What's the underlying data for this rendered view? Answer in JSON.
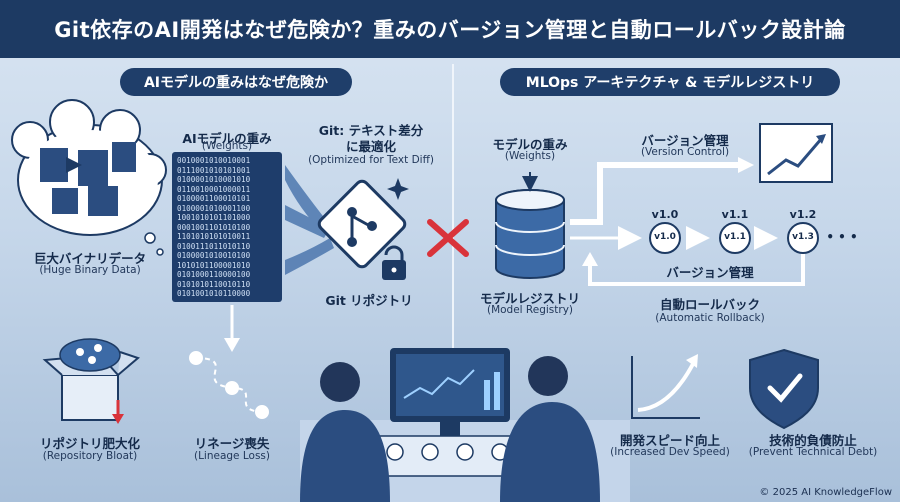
{
  "title": "Git依存のAI開発はなぜ危険か？重みのバージョン管理と自動ロールバック設計論",
  "left_section": {
    "heading": "AIモデルの重みはなぜ危険か",
    "weights_jp": "AIモデルの重み",
    "weights_en": "(Weights)",
    "git_text_jp_1": "Git: テキスト差分",
    "git_text_jp_2": "に最適化",
    "git_text_en": "(Optimized for Text Diff)",
    "binary_jp": "巨大バイナリデータ",
    "binary_en": "(Huge Binary Data)",
    "git_repo": "Git リポジトリ",
    "bloat_jp": "リポジトリ肥大化",
    "bloat_en": "(Repository Bloat)",
    "lineage_jp": "リネージ喪失",
    "lineage_en": "(Lineage Loss)",
    "binary_lines": [
      "0010001010010001",
      "0111001010101001",
      "0100001010001010",
      "0110010001000011",
      "0100001100010101",
      "0100001010001100",
      "1001010101101000",
      "0001001101010100",
      "1101010101010011",
      "0100111011010110",
      "0100001010010100",
      "1010101100001010",
      "0101000110000100",
      "0101010110010110",
      "0101001010110000"
    ]
  },
  "right_section": {
    "heading": "MLOps アーキテクチャ & モデルレジストリ",
    "weights_jp": "モデルの重み",
    "weights_en": "(Weights)",
    "version_control_jp": "バージョン管理",
    "version_control_en": "(Version Control)",
    "registry_jp": "モデルレジストリ",
    "registry_en": "(Model Registry)",
    "version_mgmt_jp": "バージョン管理",
    "rollback_jp": "自動ロールバック",
    "rollback_en": "(Automatic Rollback)",
    "versions_top": [
      "v1.0",
      "v1.1",
      "v1.2"
    ],
    "versions_circle": [
      "v1.0",
      "v1.1",
      "v1.3"
    ],
    "ellipsis": "• • •",
    "dev_speed_jp": "開発スピード向上",
    "dev_speed_en": "(Increased Dev Speed)",
    "tech_debt_jp": "技術的負債防止",
    "tech_debt_en": "(Prevent Technical Debt)"
  },
  "copyright": "© 2025 AI KnowledgeFlow",
  "colors": {
    "navy": "#1d3a63",
    "accent_red": "#d9333a",
    "light": "#eef4fb"
  }
}
